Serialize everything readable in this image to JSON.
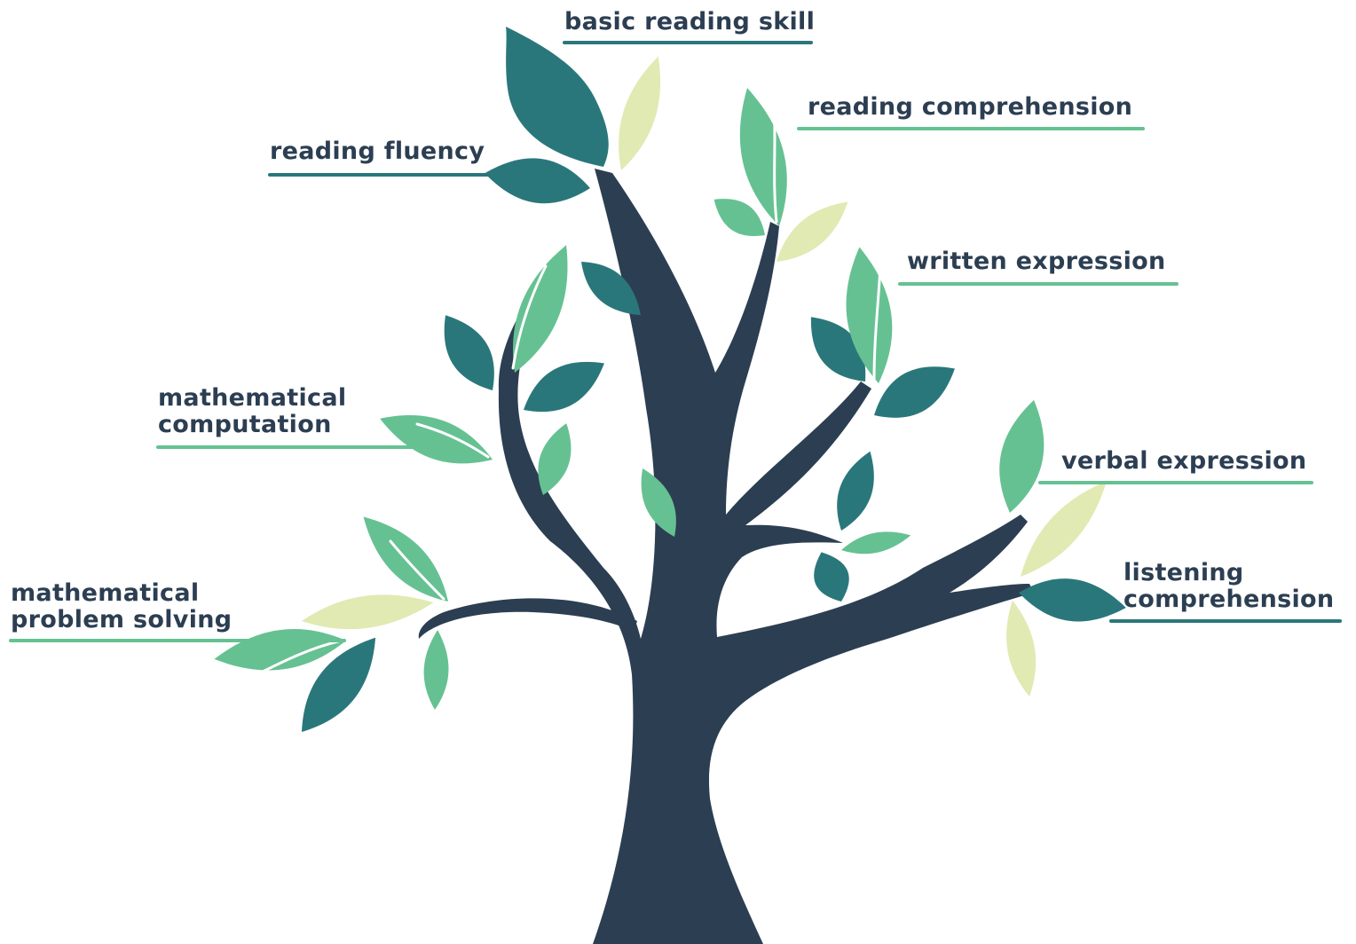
{
  "colors": {
    "trunk": "#2c3e52",
    "teal_leaf": "#2a777b",
    "green_leaf": "#66c192",
    "pale_leaf": "#e0eab2",
    "label_text": "#2c3e52"
  },
  "labels": {
    "basic_reading_skill": "basic reading skill",
    "reading_fluency": "reading fluency",
    "reading_comprehension": "reading comprehension",
    "written_expression": "written expression",
    "mathematical_computation": [
      "mathematical",
      "computation"
    ],
    "verbal_expression": "verbal expression",
    "mathematical_problem_solving": [
      "mathematical",
      "problem solving"
    ],
    "listening_comprehension": [
      "listening",
      "comprehension"
    ]
  }
}
